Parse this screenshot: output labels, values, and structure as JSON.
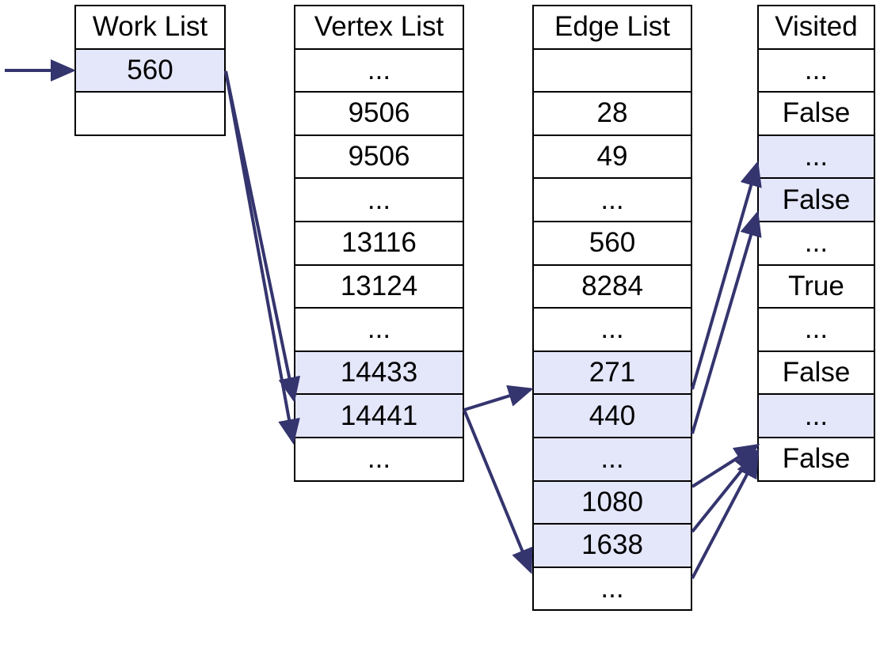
{
  "colors": {
    "highlight": "#e4e6fa",
    "arrow": "#34346e",
    "border": "#000000"
  },
  "work_list": {
    "title": "Work List",
    "cells": [
      {
        "text": "560",
        "highlighted": true
      },
      {
        "text": "",
        "highlighted": false
      }
    ]
  },
  "vertex_list": {
    "title": "Vertex List",
    "cells": [
      {
        "text": "...",
        "highlighted": false
      },
      {
        "text": "9506",
        "highlighted": false
      },
      {
        "text": "9506",
        "highlighted": false
      },
      {
        "text": "...",
        "highlighted": false
      },
      {
        "text": "13116",
        "highlighted": false
      },
      {
        "text": "13124",
        "highlighted": false
      },
      {
        "text": "...",
        "highlighted": false
      },
      {
        "text": "14433",
        "highlighted": true
      },
      {
        "text": "14441",
        "highlighted": true
      },
      {
        "text": "...",
        "highlighted": false
      }
    ]
  },
  "edge_list": {
    "title": "Edge List",
    "cells": [
      {
        "text": "",
        "highlighted": false
      },
      {
        "text": "28",
        "highlighted": false
      },
      {
        "text": "49",
        "highlighted": false
      },
      {
        "text": "...",
        "highlighted": false
      },
      {
        "text": "560",
        "highlighted": false
      },
      {
        "text": "8284",
        "highlighted": false
      },
      {
        "text": "...",
        "highlighted": false
      },
      {
        "text": "271",
        "highlighted": true
      },
      {
        "text": "440",
        "highlighted": true
      },
      {
        "text": "...",
        "highlighted": true
      },
      {
        "text": "1080",
        "highlighted": true
      },
      {
        "text": "1638",
        "highlighted": true
      },
      {
        "text": "...",
        "highlighted": false
      }
    ]
  },
  "visited_list": {
    "title": "Visited",
    "cells": [
      {
        "text": "...",
        "highlighted": false
      },
      {
        "text": "False",
        "highlighted": false
      },
      {
        "text": "...",
        "highlighted": true
      },
      {
        "text": "False",
        "highlighted": true
      },
      {
        "text": "...",
        "highlighted": false
      },
      {
        "text": "True",
        "highlighted": false
      },
      {
        "text": "...",
        "highlighted": false
      },
      {
        "text": "False",
        "highlighted": false
      },
      {
        "text": "...",
        "highlighted": true
      },
      {
        "text": "False",
        "highlighted": false
      }
    ]
  }
}
